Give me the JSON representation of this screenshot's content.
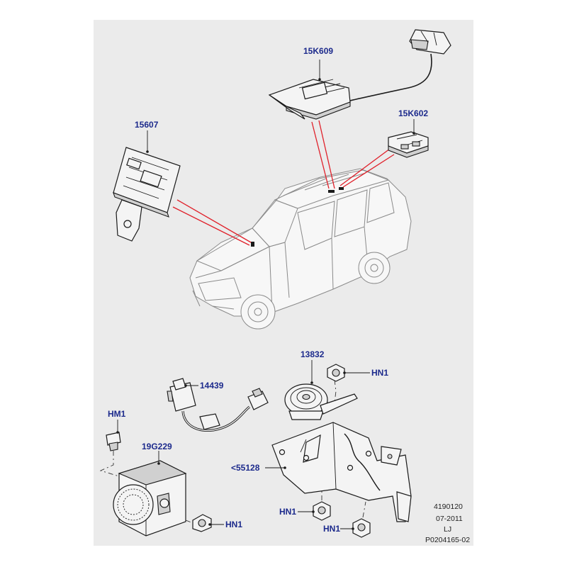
{
  "labels": {
    "p15k609": "15K609",
    "p15k602": "15K602",
    "p15607": "15607",
    "p13832": "13832",
    "p14439": "14439",
    "hm1": "HM1",
    "p19g229": "19G229",
    "p55128": "<55128",
    "hn1_horn": "HN1",
    "hn1_sounder": "HN1",
    "hn1_bracket_left": "HN1",
    "hn1_bracket_bottom": "HN1"
  },
  "reference": {
    "number": "4190120",
    "date": "07-2011",
    "initials": "LJ",
    "drawing": "P0204165-02"
  },
  "colors": {
    "background": "#ebebeb",
    "label_text": "#1c2a8c",
    "locator_lines": "#e0202a",
    "line_art": "#1a1a1a"
  }
}
